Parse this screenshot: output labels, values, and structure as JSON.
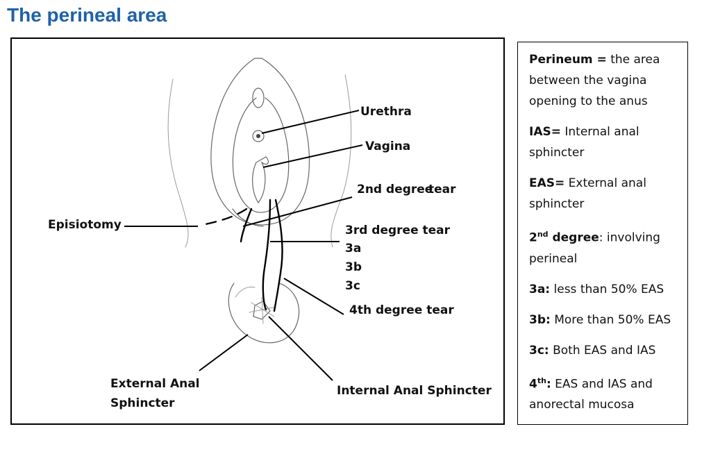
{
  "title": "The perineal area",
  "diagram": {
    "labels": {
      "urethra": "Urethra",
      "vagina": "Vagina",
      "second_degree": "2nd degree",
      "second_tear": "tear",
      "episiotomy": "Episiotomy",
      "third_degree": "3rd degree tear",
      "three_a": "3a",
      "three_b": "3b",
      "three_c": "3c",
      "fourth_degree": "4th degree tear",
      "external_line1": "External Anal",
      "external_line2": "Sphincter",
      "internal": "Internal Anal Sphincter"
    }
  },
  "legend": {
    "perineum": {
      "term": "Perineum =",
      "text": " the area between the vagina opening to the anus"
    },
    "ias": {
      "term": "IAS=",
      "text": " Internal anal sphincter"
    },
    "eas": {
      "term": "EAS=",
      "text": " External anal sphincter"
    },
    "second": {
      "num": "2",
      "sup": "nd",
      "term": " degree",
      "text": ": involving perineal"
    },
    "three_a": {
      "term": "3a:",
      "text": " less than 50% EAS"
    },
    "three_b": {
      "term": "3b:",
      "text": " More than 50% EAS"
    },
    "three_c": {
      "term": "3c:",
      "text": " Both EAS and IAS"
    },
    "fourth": {
      "num": "4",
      "sup": "th",
      "term": ":",
      "text": " EAS and IAS and anorectal mucosa"
    }
  }
}
